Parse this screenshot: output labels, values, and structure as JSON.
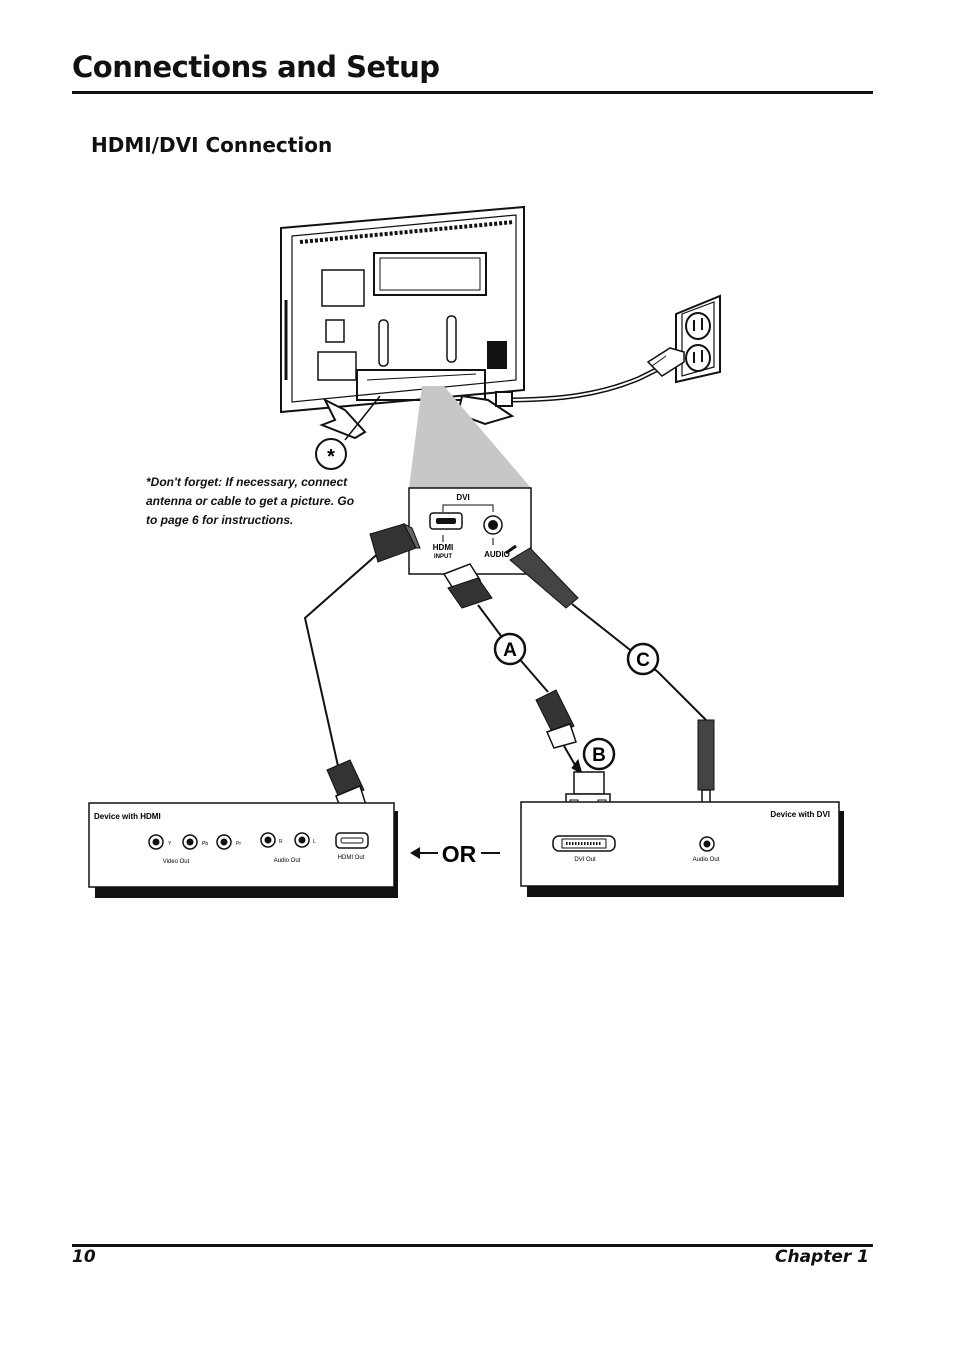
{
  "header": {
    "title": "Connections and Setup"
  },
  "section": {
    "heading": "HDMI/DVI Connection"
  },
  "note": {
    "symbol": "*",
    "lines": [
      "*Don't forget: If necessary, connect",
      "antenna or cable to get a picture. Go",
      "to page 6 for instructions."
    ]
  },
  "tv_panel": {
    "group_label": "DVI",
    "hdmi_label": "HDMI",
    "input_label": "INPUT",
    "audio_label": "AUDIO"
  },
  "callouts": {
    "a": "A",
    "b": "B",
    "c": "C"
  },
  "hdmi_device": {
    "title": "Device with HDMI",
    "jack_y": "Y",
    "jack_pb": "Pb",
    "jack_pr": "Pr",
    "jack_r": "R",
    "jack_l": "L",
    "video_out": "Video Out",
    "audio_out": "Audio Out",
    "hdmi_out": "HDMI Out"
  },
  "dvi_device": {
    "title": "Device with DVI",
    "dvi_out": "DVI Out",
    "audio_out": "Audio Out"
  },
  "or_label": "OR",
  "footer": {
    "page_number": "10",
    "chapter": "Chapter 1"
  }
}
